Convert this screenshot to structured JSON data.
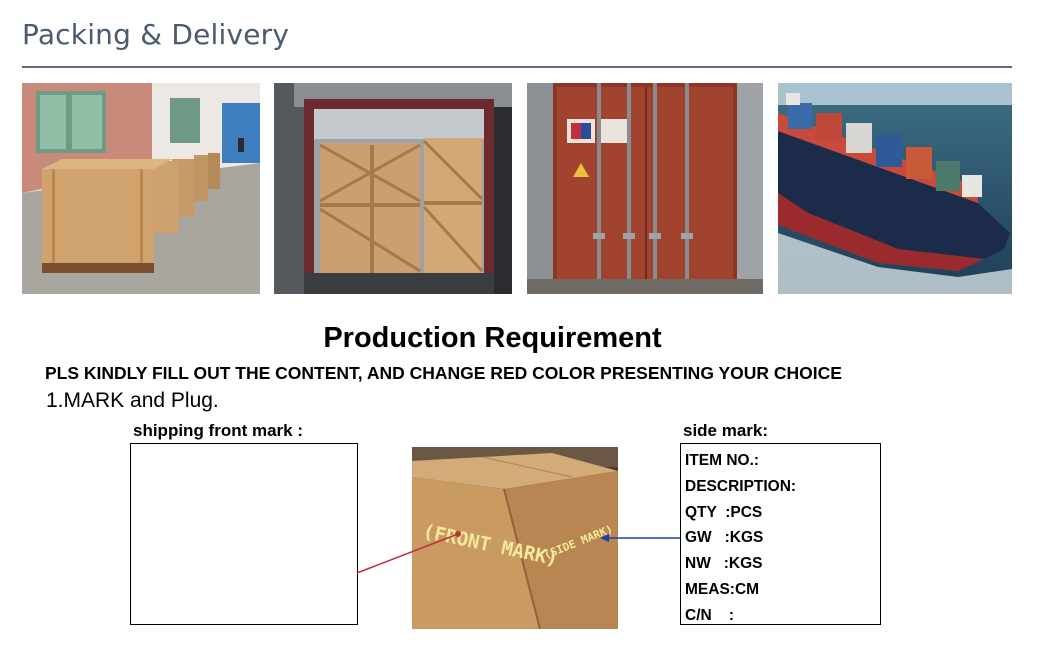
{
  "section": {
    "title": "Packing & Delivery"
  },
  "photos": [
    {
      "name": "warehouse-crates-photo"
    },
    {
      "name": "container-loading-photo"
    },
    {
      "name": "shipping-container-photo"
    },
    {
      "name": "cargo-ship-photo"
    }
  ],
  "production": {
    "heading": "Production Requirement",
    "note": "PLS KINDLY FILL OUT THE CONTENT, AND CHANGE RED COLOR PRESENTING YOUR CHOICE",
    "item_title": "1.MARK and Plug.",
    "front_mark_label": "shipping  front mark :",
    "side_mark_label": "side mark:",
    "carton_text": {
      "front": "(FRONT MARK)",
      "side": "(SIDE MARK)"
    },
    "side_mark_fields": [
      "ITEM NO.:",
      "DESCRIPTION:",
      "QTY  :PCS",
      "GW   :KGS",
      "NW   :KGS",
      "MEAS:CM",
      "C/N    :"
    ]
  },
  "colors": {
    "title": "#4a5a70",
    "rule": "#5f6b7c",
    "front_arrow": "#c0303a",
    "side_arrow": "#1f3fae"
  }
}
